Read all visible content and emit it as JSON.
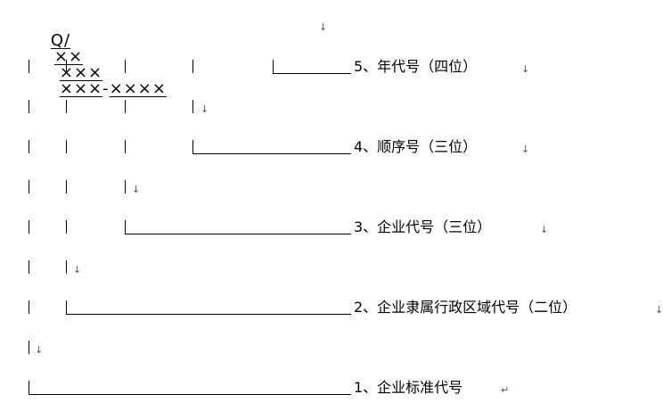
{
  "code_format": {
    "prefix": "Q/",
    "seg1": "××",
    "seg2": "×××",
    "seg3": "×××",
    "dash": "-",
    "seg4": "××××"
  },
  "labels": {
    "year": "5、年代号（四位）",
    "sequence": "4、顺序号（三位）",
    "enterprise": "3、企业代号（三位）",
    "region": "2、企业隶属行政区域代号（二位）",
    "standard": "1、企业标准代号"
  },
  "marks": {
    "line_break": "↓",
    "paragraph": "↵"
  }
}
